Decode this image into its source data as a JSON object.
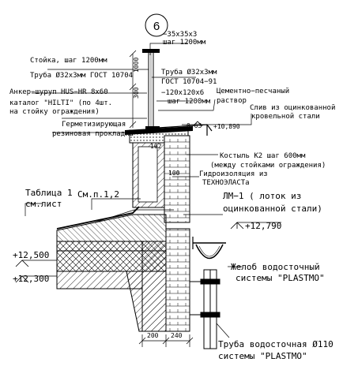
{
  "detail_number": "6",
  "labels": {
    "angle": "−35x35x3",
    "angle_step": "шаг 1200мм",
    "post": "Стойка, шаг 1200мм",
    "post_pipe": "Труба Ø32х3мм ГОСТ 10704",
    "pipe_right_1": "Труба Ø32х3мм",
    "pipe_right_2": "ГОСТ 10704−91",
    "anchor_1": "Анкер−шуруп HUS−HR 8х60",
    "anchor_2": "каталог \"HILTI\" (по 4шт.",
    "anchor_3": "на стойку ограждения)",
    "plate_1": "−120х120х6",
    "plate_2": "шаг 1200мм",
    "cement_1": "Цементно−песчаный",
    "cement_2": "раствор",
    "drip_1": "Слив из оцинкованной",
    "drip_2": "кровельной стали",
    "sealant_1": "Герметизирующая",
    "sealant_2": "резиновая прокладка",
    "slope": "0,63",
    "elev_top": "+10,890",
    "bracket_1": "Костыль К2 шаг 600мм",
    "bracket_2": "(между стойками ограждения)",
    "waterproof_1": "Гидроизоляция из",
    "waterproof_2": "ТЕХНОЭЛАСТа",
    "dim_100": "100",
    "table_1": "Таблица 1",
    "table_2": "см.лист",
    "see_ref": "См.п.1,2",
    "tray_1": "ЛМ−1 ( лоток из",
    "tray_2": "оцинкованной стали)",
    "elev_12790": "+12,790",
    "elev_12500": "+12,500",
    "elev_12300": "+12,300",
    "gutter_1": "Желоб водосточный",
    "gutter_2": "системы \"PLASTMO\"",
    "dim_200": "200",
    "dim_240": "240",
    "downpipe_1": "Труба водосточная Ø110",
    "downpipe_2": "системы \"PLASTMO\"",
    "dim_300": "300",
    "dim_1000": "1000",
    "dim_102": "102"
  }
}
